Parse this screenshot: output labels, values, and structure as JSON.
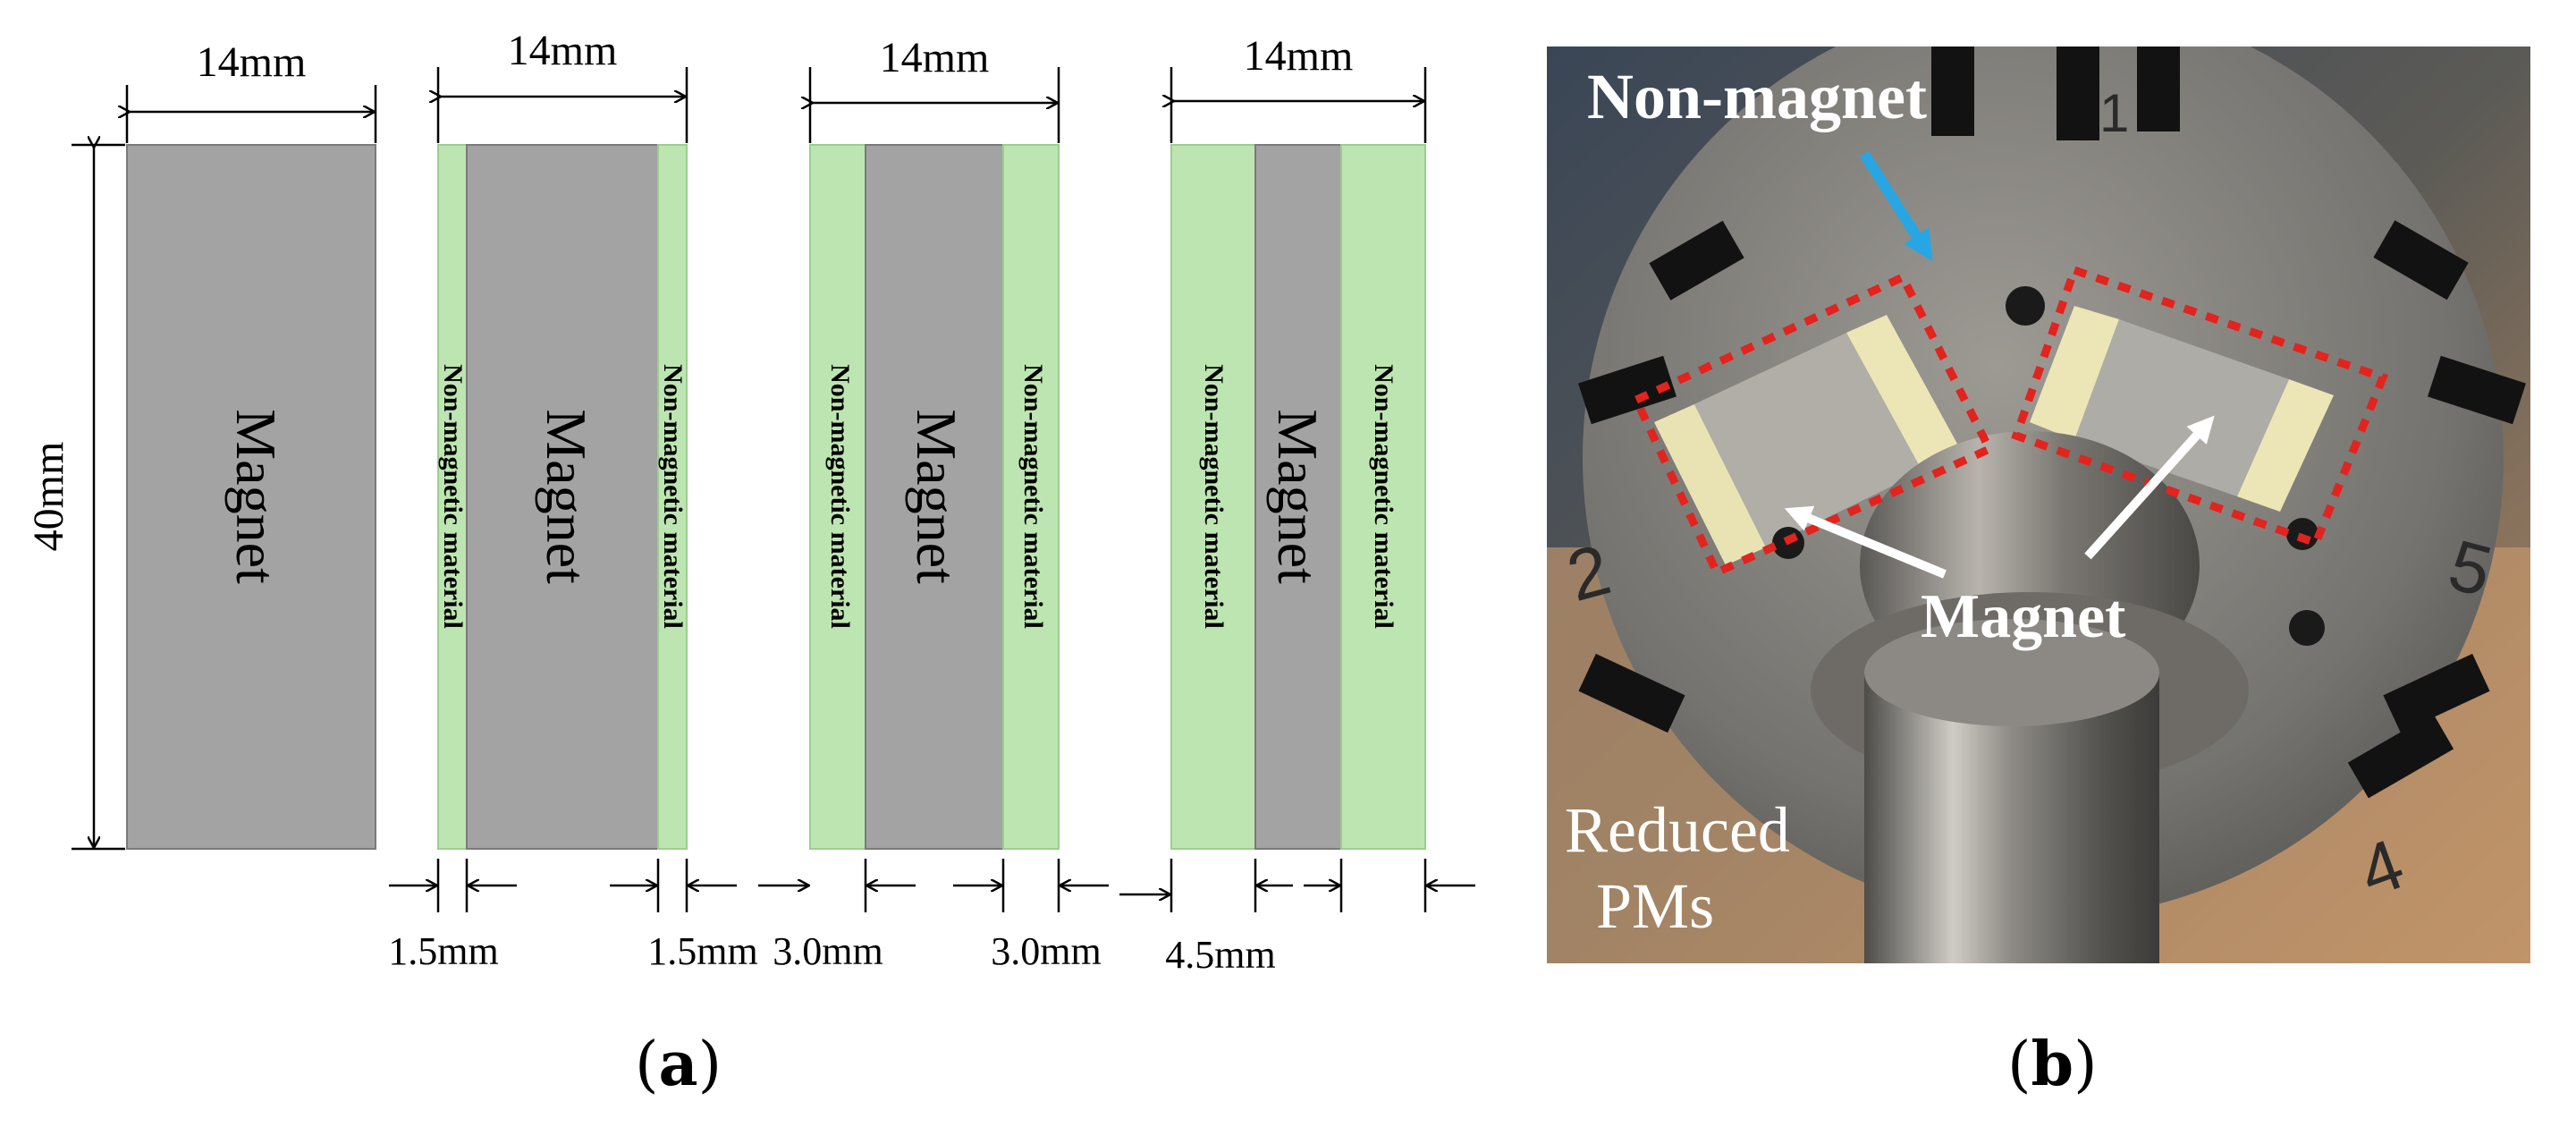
{
  "colors": {
    "magnet": "#a3a3a3",
    "magnet_edge": "#7a7a7a",
    "non_magnet": "#bde5b1",
    "non_magnet_edge": "#9ccd8f",
    "outline_dashes": "#e3231e",
    "blue_arrow": "#27a6e3",
    "white_arrow": "#ffffff"
  },
  "figure_a": {
    "width_label": "14mm",
    "height_label": "40mm",
    "magnet_label": "Magnet",
    "non_magnet_label": "Non-magnetic material",
    "spacer_labels": [
      "1.5mm",
      "1.5mm",
      "3.0mm",
      "3.0mm",
      "4.5mm"
    ]
  },
  "figure_b": {
    "label_non_magnet": "Non-magnet",
    "label_magnet": "Magnet",
    "label_reduced_line1": "Reduced",
    "label_reduced_line2": "PMs",
    "slot_numbers": [
      "2",
      "4",
      "5",
      "1"
    ]
  },
  "captions": {
    "a_open": "(",
    "a_letter": "a",
    "a_close": ")",
    "b_open": "(",
    "b_letter": "b",
    "b_close": ")"
  }
}
